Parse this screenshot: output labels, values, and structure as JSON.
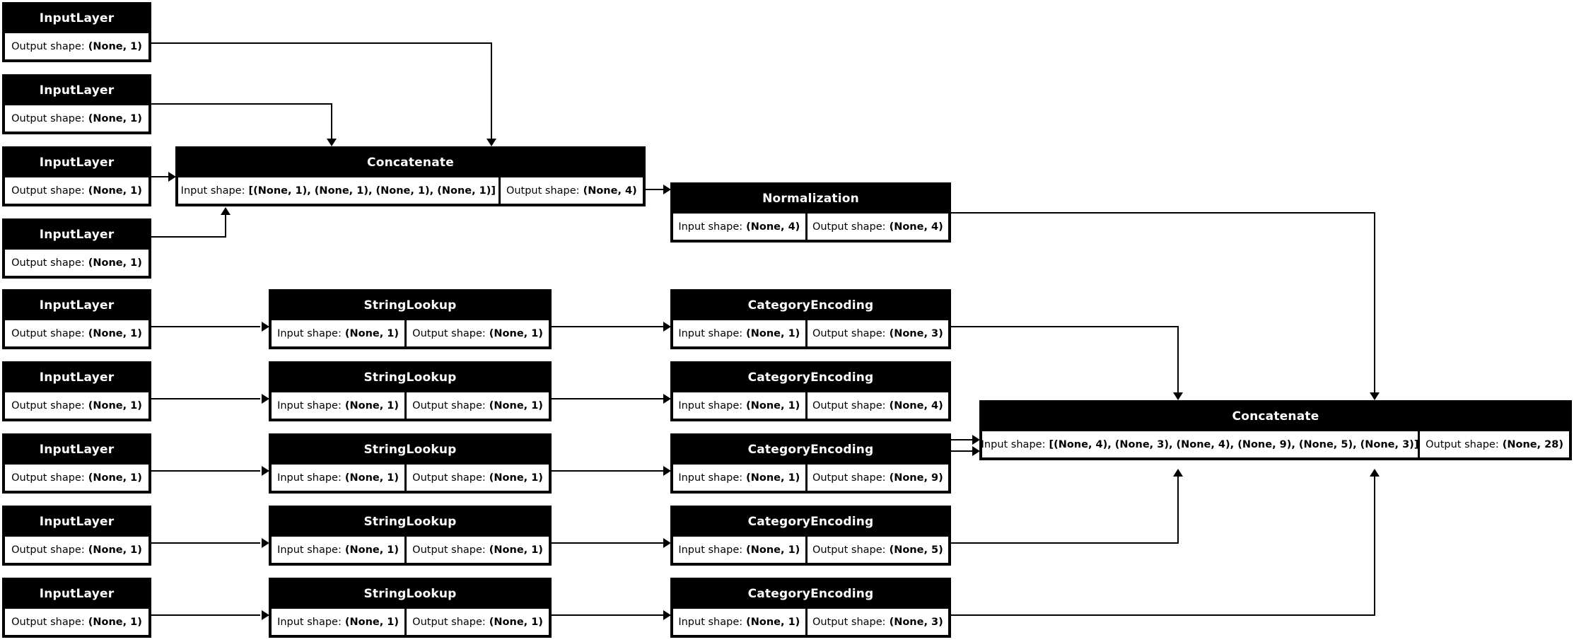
{
  "diagram": {
    "type": "keras-model-plot",
    "title": "Keras functional model architecture",
    "colors": {
      "node_fill": "#000000",
      "node_title_text": "#ffffff",
      "shape_fill": "#ffffff",
      "shape_text": "#000000",
      "edge": "#000000",
      "background": "#ffffff"
    },
    "labels": {
      "input_prefix": "Input shape:",
      "output_prefix": "Output shape:"
    }
  },
  "nodes": [
    {
      "id": "input_1",
      "type": "InputLayer",
      "output": "(None, 1)"
    },
    {
      "id": "input_2",
      "type": "InputLayer",
      "output": "(None, 1)"
    },
    {
      "id": "input_3",
      "type": "InputLayer",
      "output": "(None, 1)"
    },
    {
      "id": "input_4",
      "type": "InputLayer",
      "output": "(None, 1)"
    },
    {
      "id": "concat_numeric",
      "type": "Concatenate",
      "input": "[(None, 1), (None, 1), (None, 1), (None, 1)]",
      "output": "(None, 4)"
    },
    {
      "id": "normalization",
      "type": "Normalization",
      "input": "(None, 4)",
      "output": "(None, 4)"
    },
    {
      "id": "input_5",
      "type": "InputLayer",
      "output": "(None, 1)"
    },
    {
      "id": "lookup_1",
      "type": "StringLookup",
      "input": "(None, 1)",
      "output": "(None, 1)"
    },
    {
      "id": "encode_1",
      "type": "CategoryEncoding",
      "input": "(None, 1)",
      "output": "(None, 3)"
    },
    {
      "id": "input_6",
      "type": "InputLayer",
      "output": "(None, 1)"
    },
    {
      "id": "lookup_2",
      "type": "StringLookup",
      "input": "(None, 1)",
      "output": "(None, 1)"
    },
    {
      "id": "encode_2",
      "type": "CategoryEncoding",
      "input": "(None, 1)",
      "output": "(None, 4)"
    },
    {
      "id": "input_7",
      "type": "InputLayer",
      "output": "(None, 1)"
    },
    {
      "id": "lookup_3",
      "type": "StringLookup",
      "input": "(None, 1)",
      "output": "(None, 1)"
    },
    {
      "id": "encode_3",
      "type": "CategoryEncoding",
      "input": "(None, 1)",
      "output": "(None, 9)"
    },
    {
      "id": "input_8",
      "type": "InputLayer",
      "output": "(None, 1)"
    },
    {
      "id": "lookup_4",
      "type": "StringLookup",
      "input": "(None, 1)",
      "output": "(None, 1)"
    },
    {
      "id": "encode_4",
      "type": "CategoryEncoding",
      "input": "(None, 1)",
      "output": "(None, 5)"
    },
    {
      "id": "input_9",
      "type": "InputLayer",
      "output": "(None, 1)"
    },
    {
      "id": "lookup_5",
      "type": "StringLookup",
      "input": "(None, 1)",
      "output": "(None, 1)"
    },
    {
      "id": "encode_5",
      "type": "CategoryEncoding",
      "input": "(None, 1)",
      "output": "(None, 3)"
    },
    {
      "id": "concat_all",
      "type": "Concatenate",
      "input": "[(None, 4), (None, 3), (None, 4), (None, 9), (None, 5), (None, 3)]",
      "output": "(None, 28)"
    }
  ],
  "edges": [
    {
      "from": "input_1",
      "to": "concat_numeric"
    },
    {
      "from": "input_2",
      "to": "concat_numeric"
    },
    {
      "from": "input_3",
      "to": "concat_numeric"
    },
    {
      "from": "input_4",
      "to": "concat_numeric"
    },
    {
      "from": "concat_numeric",
      "to": "normalization"
    },
    {
      "from": "normalization",
      "to": "concat_all"
    },
    {
      "from": "input_5",
      "to": "lookup_1"
    },
    {
      "from": "lookup_1",
      "to": "encode_1"
    },
    {
      "from": "encode_1",
      "to": "concat_all"
    },
    {
      "from": "input_6",
      "to": "lookup_2"
    },
    {
      "from": "lookup_2",
      "to": "encode_2"
    },
    {
      "from": "encode_2",
      "to": "concat_all"
    },
    {
      "from": "input_7",
      "to": "lookup_3"
    },
    {
      "from": "lookup_3",
      "to": "encode_3"
    },
    {
      "from": "encode_3",
      "to": "concat_all"
    },
    {
      "from": "input_8",
      "to": "lookup_4"
    },
    {
      "from": "lookup_4",
      "to": "encode_4"
    },
    {
      "from": "encode_4",
      "to": "concat_all"
    },
    {
      "from": "input_9",
      "to": "lookup_5"
    },
    {
      "from": "lookup_5",
      "to": "encode_5"
    },
    {
      "from": "encode_5",
      "to": "concat_all"
    }
  ]
}
